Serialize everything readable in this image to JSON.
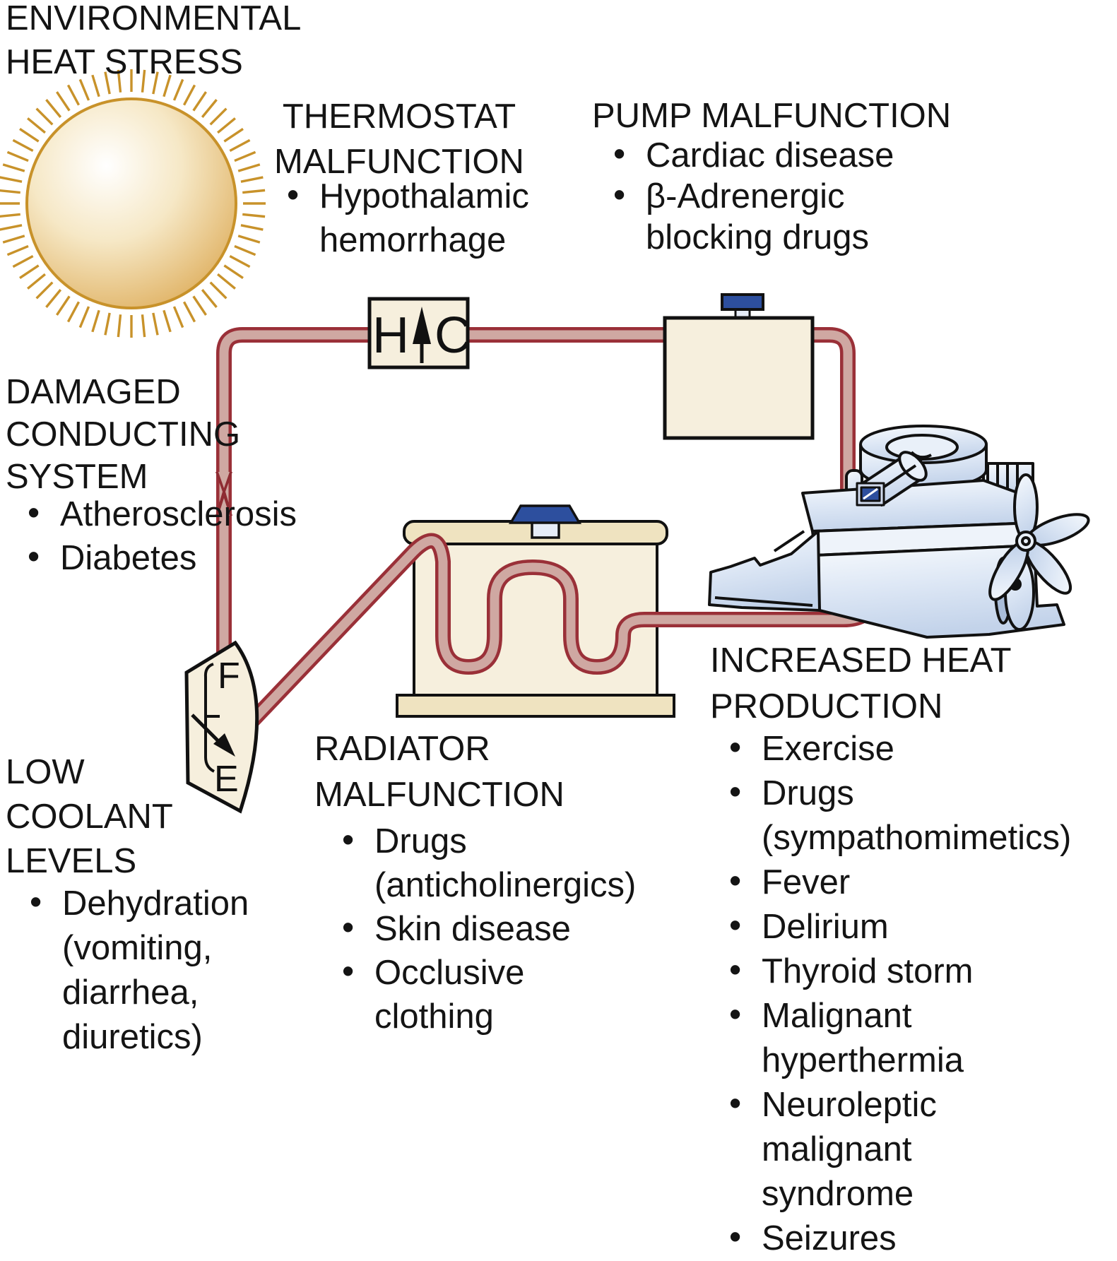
{
  "env": {
    "l1": "ENVIRONMENTAL",
    "l2": "HEAT STRESS"
  },
  "thermostat": {
    "t1": "THERMOSTAT",
    "t2": "MALFUNCTION",
    "b1a": "Hypothalamic",
    "b1b": "hemorrhage",
    "hot_label": "H",
    "cold_label": "C"
  },
  "pump": {
    "t1": "PUMP MALFUNCTION",
    "b1": "Cardiac disease",
    "b2a": "β-Adrenergic",
    "b2b": "blocking drugs"
  },
  "conducting": {
    "t1": "DAMAGED",
    "t2": "CONDUCTING",
    "t3": "SYSTEM",
    "b1": "Atherosclerosis",
    "b2": "Diabetes"
  },
  "coolant": {
    "t1": "LOW",
    "t2": "COOLANT",
    "t3": "LEVELS",
    "b1a": "Dehydration",
    "b1b": "(vomiting,",
    "b1c": "diarrhea,",
    "b1d": "diuretics)",
    "full_label": "F",
    "empty_label": "E"
  },
  "radiator": {
    "t1": "RADIATOR",
    "t2": "MALFUNCTION",
    "b1a": "Drugs",
    "b1b": "(anticholinergics)",
    "b2": "Skin disease",
    "b3a": "Occlusive",
    "b3b": "clothing"
  },
  "heat": {
    "t1": "INCREASED HEAT",
    "t2": "PRODUCTION",
    "b1": "Exercise",
    "b2a": "Drugs",
    "b2b": "(sympathomimetics)",
    "b3": "Fever",
    "b4": "Delirium",
    "b5": "Thyroid storm",
    "b6a": "Malignant",
    "b6b": "hyperthermia",
    "b7a": "Neuroleptic",
    "b7b": "malignant",
    "b7c": "syndrome",
    "b8": "Seizures"
  },
  "colors": {
    "pipe_outline": "#9a3038",
    "pipe_fill": "#cfa8a2",
    "tank_fill": "#f6efdd",
    "tank_trim": "#efe3c0",
    "cap_navy": "#2d4f9e",
    "cap_stem": "#e6ecf7",
    "sun_gold": "#c8922a",
    "outline": "#111111",
    "text": "#141414"
  }
}
